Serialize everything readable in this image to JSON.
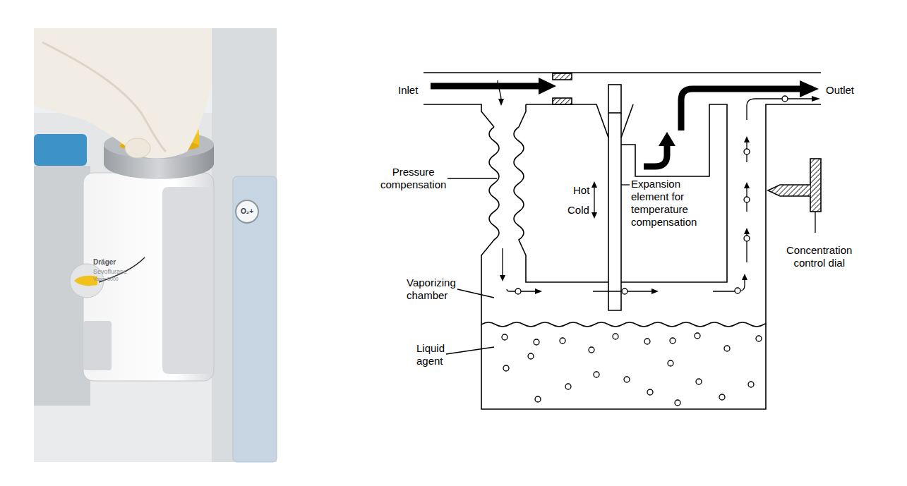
{
  "diagram": {
    "labels": [
      "Inlet",
      "Outlet",
      "Pressure compensation",
      "Hot",
      "Cold",
      "Expansion element for temperature compensation",
      "Concentration control dial",
      "Vaporizing chamber",
      "Liquid agent",
      "Dräger",
      "Sevoflurane",
      "Vapor 3000",
      "O₂+"
    ]
  }
}
